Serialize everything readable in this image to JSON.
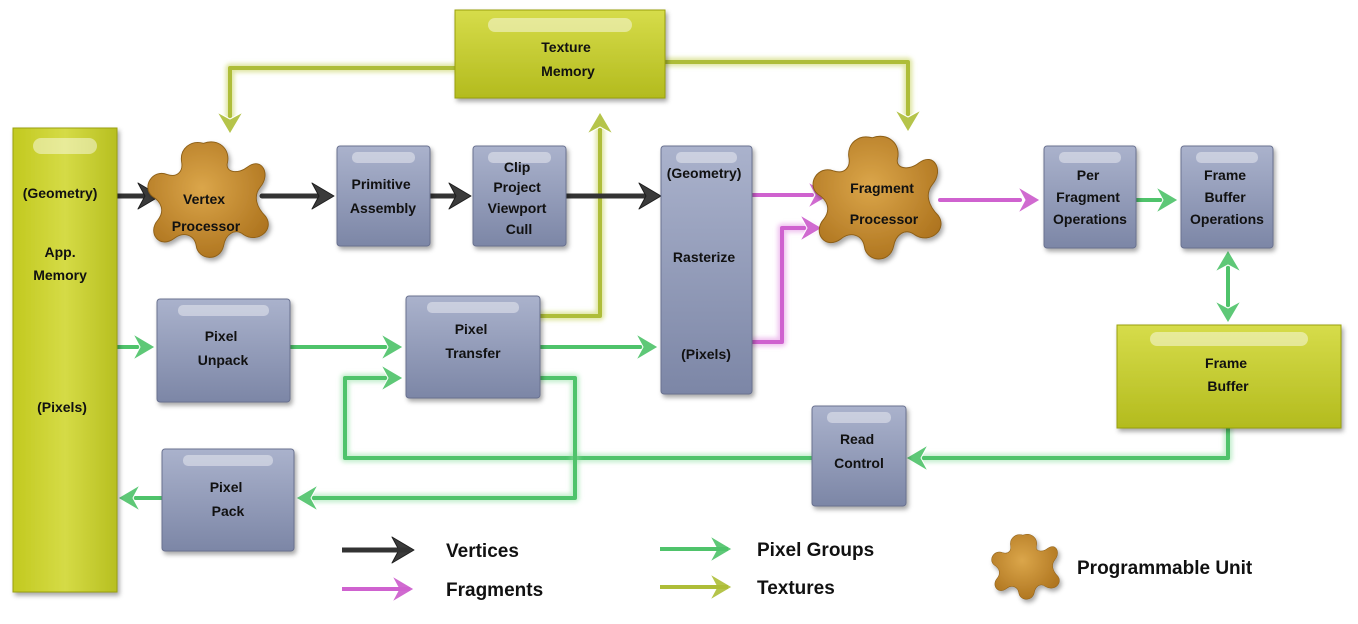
{
  "colors": {
    "box_fill": "#8b95b5",
    "memory_fill": "#c7cf2c",
    "blob_fill": "#c6892c",
    "vertices": "#3b3b3b",
    "fragments": "#d06ad0",
    "pixel_groups": "#5ec877",
    "textures": "#b5c44a"
  },
  "nodes": {
    "app_memory": [
      "(Geometry)",
      "App.",
      "Memory",
      "(Pixels)"
    ],
    "texture_memory": [
      "Texture",
      "Memory"
    ],
    "vertex_processor": [
      "Vertex",
      "Processor"
    ],
    "primitive_assembly": [
      "Primitive",
      "Assembly"
    ],
    "clip": [
      "Clip",
      "Project",
      "Viewport",
      "Cull"
    ],
    "rasterize": [
      "(Geometry)",
      "Rasterize",
      "(Pixels)"
    ],
    "fragment_processor": [
      "Fragment",
      "Processor"
    ],
    "per_fragment": [
      "Per",
      "Fragment",
      "Operations"
    ],
    "frame_buffer_ops": [
      "Frame",
      "Buffer",
      "Operations"
    ],
    "frame_buffer": [
      "Frame",
      "Buffer"
    ],
    "pixel_unpack": [
      "Pixel",
      "Unpack"
    ],
    "pixel_transfer": [
      "Pixel",
      "Transfer"
    ],
    "read_control": [
      "Read",
      "Control"
    ],
    "pixel_pack": [
      "Pixel",
      "Pack"
    ]
  },
  "legend": {
    "vertices": "Vertices",
    "fragments": "Fragments",
    "pixel_groups": "Pixel Groups",
    "textures": "Textures",
    "programmable_unit": "Programmable Unit"
  }
}
